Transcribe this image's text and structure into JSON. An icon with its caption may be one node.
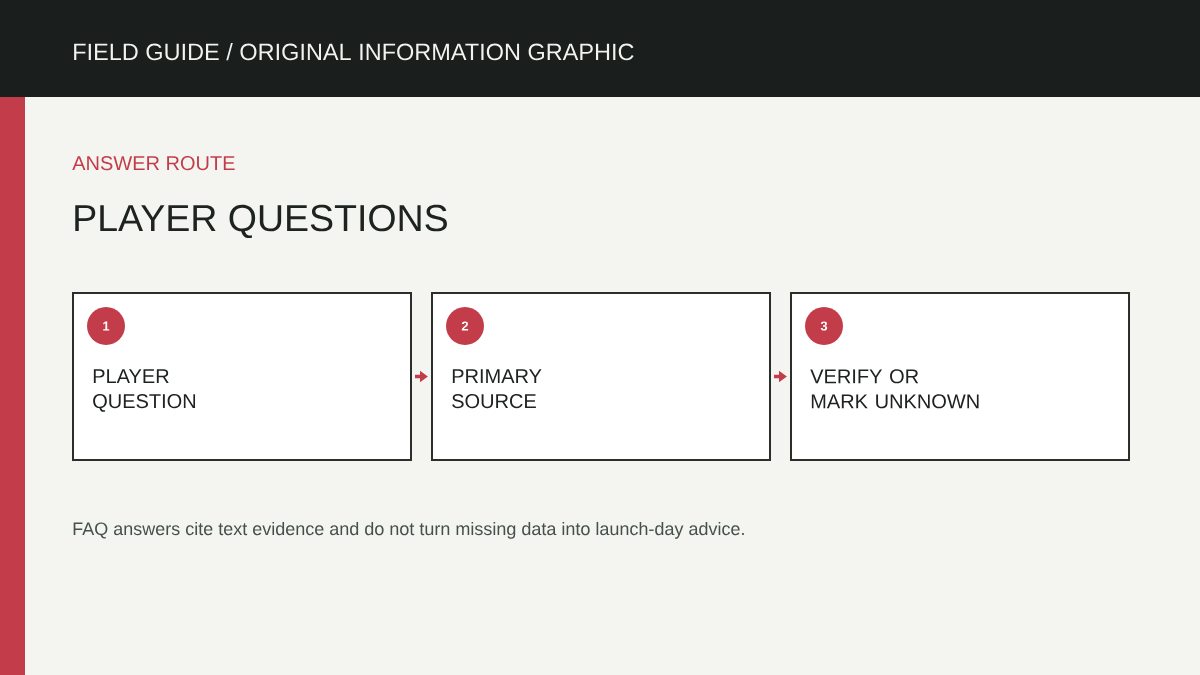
{
  "diagram": {
    "title": "PLAYER QUESTIONS",
    "caption": "FAQ answers cite text evidence and do not turn missing data into launch-day advice.",
    "nodes": [
      {
        "text": [
          "PLAYER QUESTION"
        ]
      },
      {
        "text": [
          "1"
        ],
        "in": 0
      },
      {
        "text": [
          "PRIMARY SOURCE"
        ]
      },
      {
        "text": [
          "2"
        ],
        "in": 2
      },
      {
        "text": [
          "VERIFY OR MARK UNKNOWN"
        ]
      },
      {
        "text": [
          "3"
        ],
        "in": 4
      }
    ],
    "edges": [
      {
        "from": 0,
        "to": 2,
        "arrow": "to"
      },
      {
        "from": 2,
        "to": 4,
        "arrow": "to"
      }
    ],
    "labels": [
      "FIELD GUIDE / ORIGINAL INFORMATION GRAPHIC",
      "ANSWER ROUTE"
    ]
  }
}
